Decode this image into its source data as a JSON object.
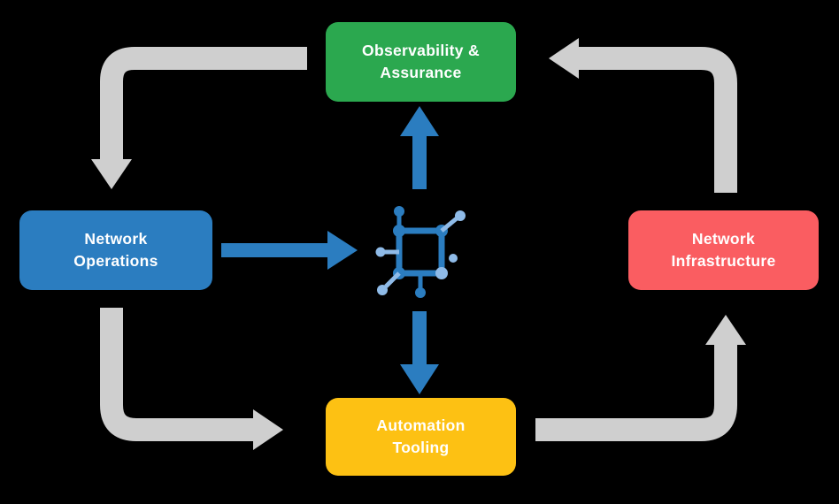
{
  "nodes": {
    "observability": {
      "label": "Observability &\nAssurance",
      "color": "#2BA84F"
    },
    "operations": {
      "label": "Network\nOperations",
      "color": "#2B7DC0"
    },
    "infrastructure": {
      "label": "Network\nInfrastructure",
      "color": "#FA5D61"
    },
    "automation": {
      "label": "Automation\nTooling",
      "color": "#FDC113"
    }
  },
  "connections": [
    {
      "from": "observability",
      "to": "operations",
      "style": "gray"
    },
    {
      "from": "operations",
      "to": "automation",
      "style": "gray"
    },
    {
      "from": "automation",
      "to": "infrastructure",
      "style": "gray"
    },
    {
      "from": "infrastructure",
      "to": "observability",
      "style": "gray"
    },
    {
      "from": "operations",
      "to": "center-icon",
      "style": "blue"
    },
    {
      "from": "center-icon",
      "to": "observability",
      "style": "blue"
    },
    {
      "from": "center-icon",
      "to": "automation",
      "style": "blue"
    }
  ],
  "icons": {
    "center": "network-nodes-icon"
  },
  "colors": {
    "arrow_gray": "#CFCFCF",
    "arrow_blue": "#2B7DC0",
    "text": "#FFFFFF",
    "background": "#000000"
  }
}
